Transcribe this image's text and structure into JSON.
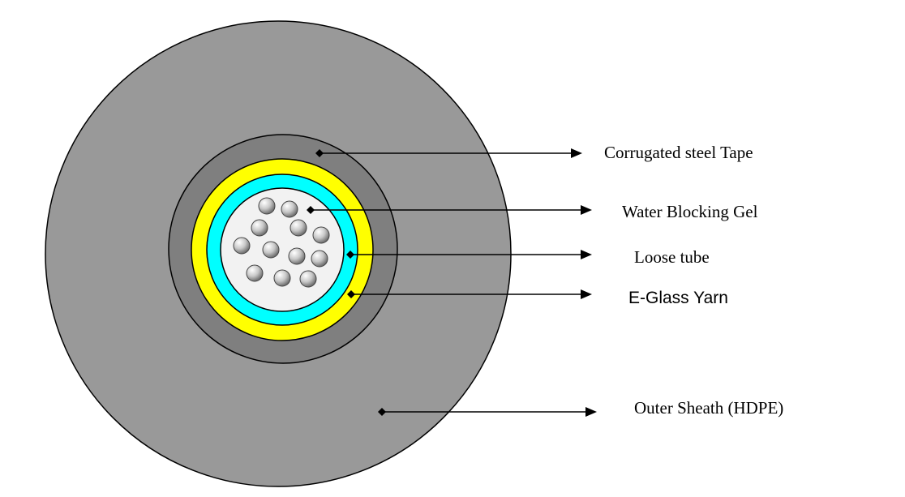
{
  "labels": {
    "corrugated_steel_tape": "Corrugated steel Tape",
    "water_blocking_gel": "Water Blocking Gel",
    "loose_tube": "Loose tube",
    "e_glass_yarn": "E-Glass Yarn",
    "outer_sheath": "Outer Sheath (HDPE)"
  },
  "colors": {
    "outer_sheath": "#999999",
    "steel_tape": "#7f7f7f",
    "e_glass_yarn": "#ffff00",
    "loose_tube": "#00ffff",
    "gel": "#f2f2f2",
    "outline": "#000000"
  },
  "fiber_count": 12
}
